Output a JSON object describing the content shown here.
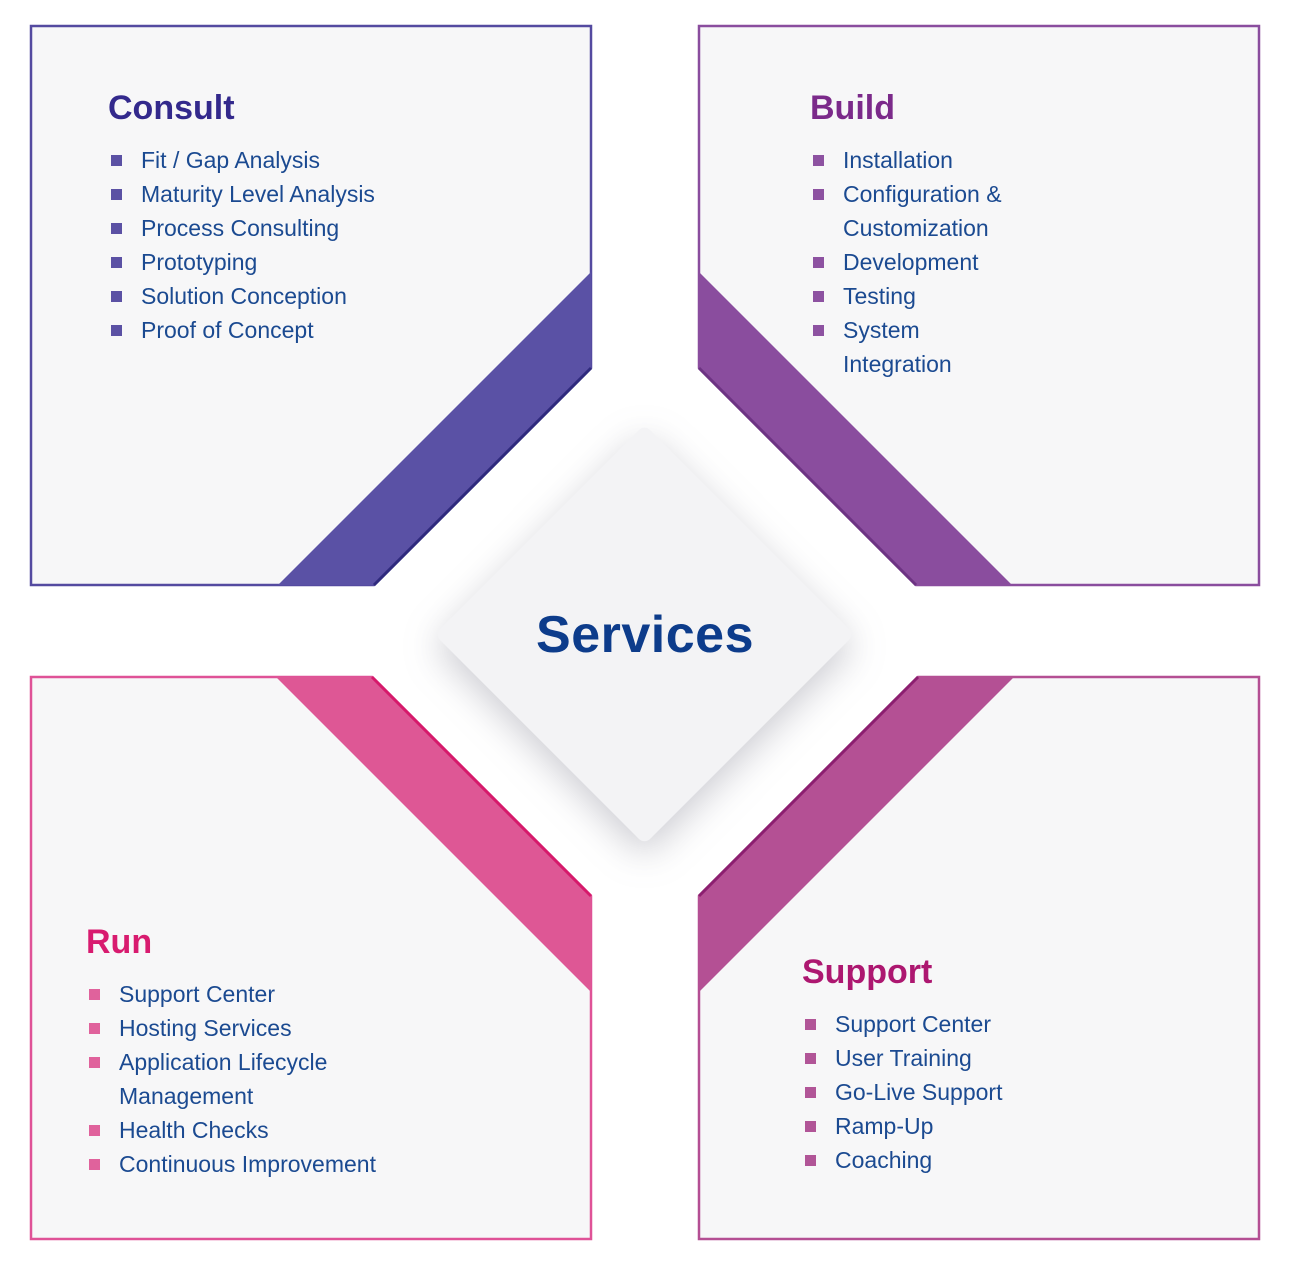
{
  "title": "Services diagram",
  "center": {
    "label": "Services",
    "text_color": "#0d3c8b",
    "fill": "#f3f3f5"
  },
  "panel_fill": "#f7f7f8",
  "list_text_color": "#1b4a91",
  "quadrants": [
    {
      "id": "consult",
      "title": "Consult",
      "colors": {
        "title": "#33298c",
        "border": "#544aa0",
        "ribbon": "#5a51a5",
        "ribbon_edge": "#2f2a7d",
        "bullet": "#5b51a4"
      },
      "items": [
        "Fit / Gap Analysis",
        "Maturity Level Analysis",
        "Process Consulting",
        "Prototyping",
        "Solution Conception",
        "Proof of Concept"
      ]
    },
    {
      "id": "build",
      "title": "Build",
      "colors": {
        "title": "#7b2a8a",
        "border": "#8a4d9e",
        "ribbon": "#8a4d9e",
        "ribbon_edge": "#6d3383",
        "bullet": "#8d52a1"
      },
      "items": [
        "Installation",
        "Configuration & Customization",
        "Development",
        "Testing",
        "System Integration"
      ]
    },
    {
      "id": "run",
      "title": "Run",
      "colors": {
        "title": "#d81b6f",
        "border": "#df5297",
        "ribbon": "#de5795",
        "ribbon_edge": "#d6196b",
        "bullet": "#e0629c"
      },
      "items": [
        "Support Center",
        "Hosting Services",
        "Application Lifecycle Management",
        "Health Checks",
        "Continuous Improvement"
      ]
    },
    {
      "id": "support",
      "title": "Support",
      "colors": {
        "title": "#ad1770",
        "border": "#b44f93",
        "ribbon": "#b45094",
        "ribbon_edge": "#8c1f70",
        "bullet": "#b15597"
      },
      "items": [
        "Support Center",
        "User Training",
        "Go-Live Support",
        "Ramp-Up",
        "Coaching"
      ]
    }
  ]
}
